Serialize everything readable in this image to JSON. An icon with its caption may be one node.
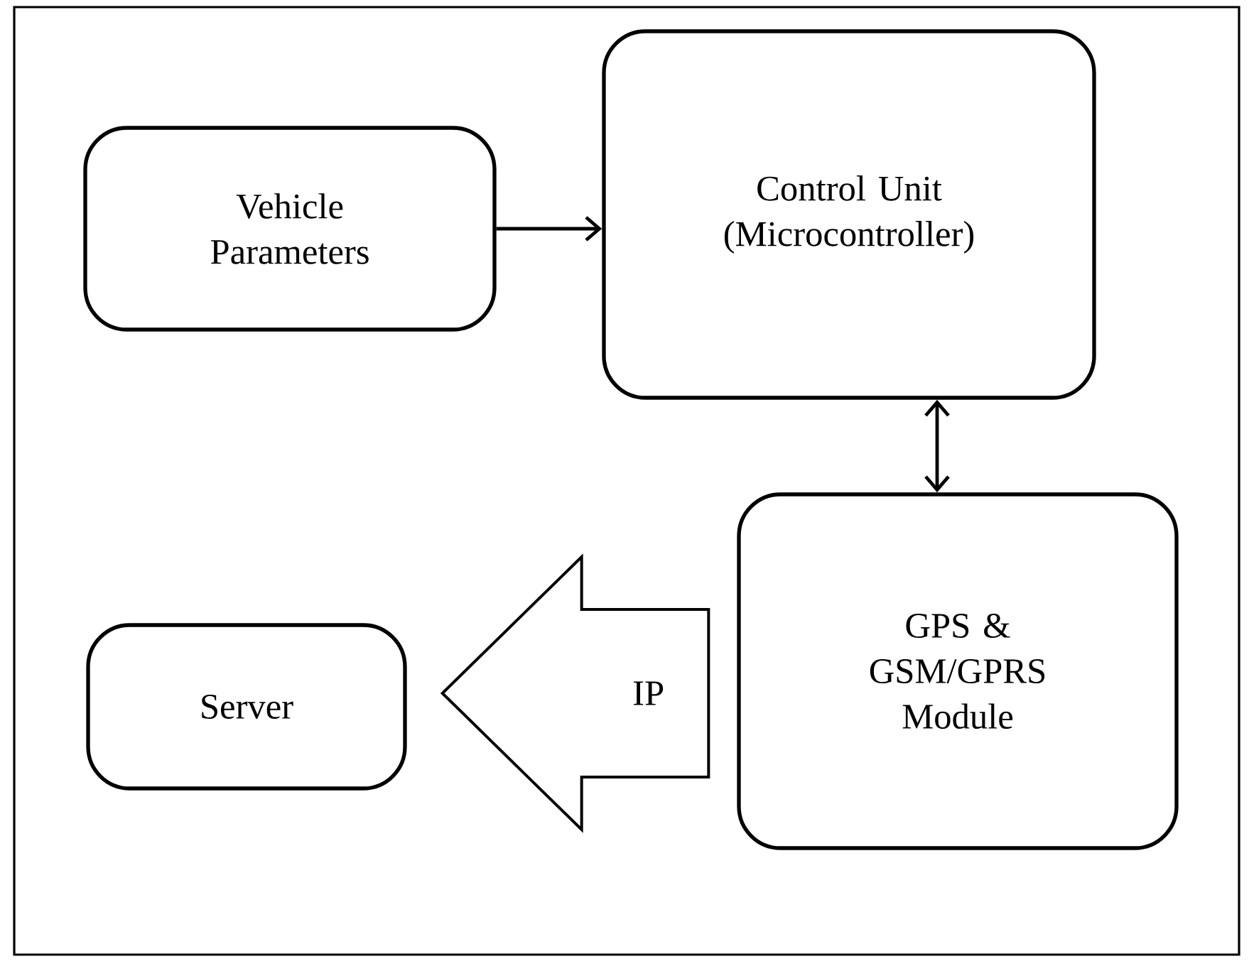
{
  "diagram": {
    "nodes": [
      {
        "text": [
          "Vehicle Parameters"
        ]
      },
      {
        "text": [
          "Control Unit (Microcontroller)"
        ]
      },
      {
        "text": [
          "GPS & GSM/GPRS Module"
        ]
      },
      {
        "text": [
          "Server"
        ]
      }
    ],
    "edges": [
      {
        "from": 0,
        "to": 1,
        "arrow": "to"
      },
      {
        "from": 1,
        "to": 2,
        "arrow": "both"
      },
      {
        "from": 2,
        "to": 3,
        "arrow": "to",
        "style": "thick",
        "label": "IP"
      }
    ]
  }
}
